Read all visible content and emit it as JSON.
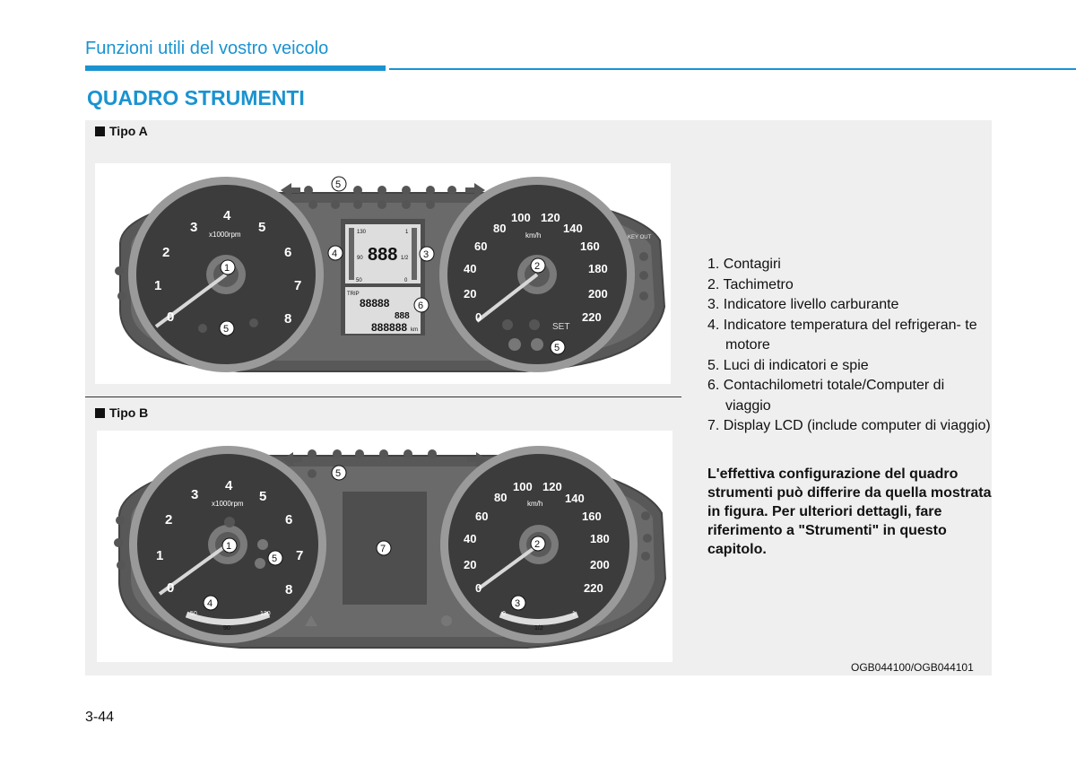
{
  "header": {
    "section": "Funzioni utili del vostro veicolo"
  },
  "heading": "QUADRO STRUMENTI",
  "type_a": {
    "label": "Tipo A"
  },
  "type_b": {
    "label": "Tipo B"
  },
  "cluster_text": {
    "tach_unit": "x1000rpm",
    "speed_unit": "km/h",
    "tach_ticks": [
      "0",
      "1",
      "2",
      "3",
      "4",
      "5",
      "6",
      "7",
      "8"
    ],
    "speed_ticks": [
      "0",
      "20",
      "40",
      "60",
      "80",
      "100",
      "120",
      "140",
      "160",
      "180",
      "200",
      "220"
    ],
    "lcd_temp_high": "130",
    "lcd_temp_low": "50",
    "lcd_temp_mid": "90",
    "lcd_fuel_full": "1",
    "lcd_fuel_empty": "0",
    "lcd_fuel_half": "1/2",
    "lcd_digits": "888",
    "lcd_trip": "TRIP",
    "lcd_trip_digits": "88888",
    "lcd_temp_digits": "888",
    "lcd_odo": "888888",
    "lcd_odo_unit": "km",
    "set_label": "SET",
    "key_out": "KEY OUT",
    "b_temp_low": "50",
    "b_temp_mid": "90",
    "b_temp_high": "130",
    "b_fuel_empty": "0",
    "b_fuel_half": "1/2",
    "b_fuel_full": "1"
  },
  "callouts": {
    "c1": "1",
    "c2": "2",
    "c3": "3",
    "c4": "4",
    "c5": "5",
    "c6": "6",
    "c7": "7"
  },
  "legend": [
    "1. Contagiri",
    "2. Tachimetro",
    "3. Indicatore livello carburante",
    "4. Indicatore temperatura del refrigeran- te motore",
    "5. Luci di indicatori e spie",
    "6. Contachilometri totale/Computer di viaggio",
    "7. Display LCD (include computer di viaggio)"
  ],
  "note": "L'effettiva configurazione del quadro strumenti può differire da quella mostrata in figura. Per ulteriori dettagli, fare riferimento a \"Strumenti\" in questo capitolo.",
  "figure_code": "OGB044100/OGB044101",
  "page_number": "3-44",
  "colors": {
    "accent": "#1a93d0",
    "panel": "#efefef",
    "gauge_face": "#3c3c3c",
    "lcd": "#4e4e4e"
  }
}
